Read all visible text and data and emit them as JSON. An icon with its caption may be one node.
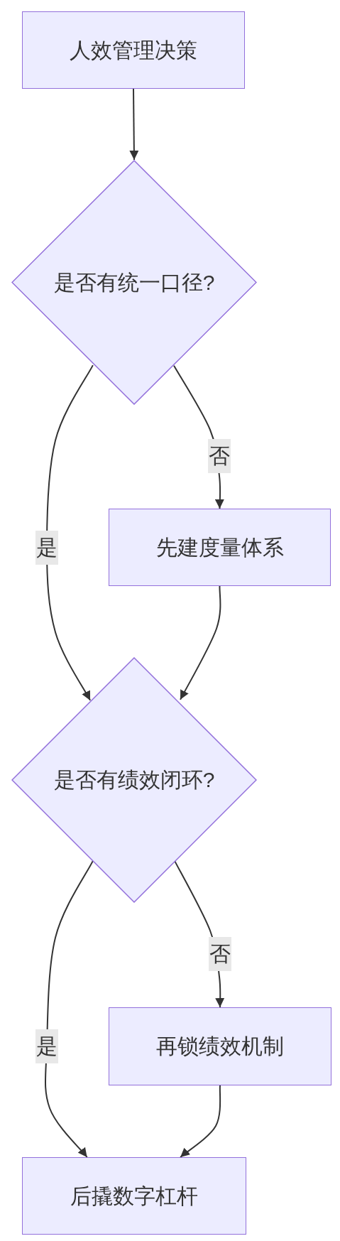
{
  "diagram": {
    "nodes": [
      {
        "text": [
          "人效管理决策"
        ]
      },
      {
        "text": [
          "是否有统一口径?"
        ]
      },
      {
        "text": [
          "先建度量体系"
        ]
      },
      {
        "text": [
          "是否有绩效闭环?"
        ]
      },
      {
        "text": [
          "再锁绩效机制"
        ]
      },
      {
        "text": [
          "后撬数字杠杆"
        ]
      }
    ],
    "edges": [
      {
        "from": 0,
        "to": 1,
        "arrow": "to"
      },
      {
        "from": 1,
        "to": 2,
        "label": "否",
        "arrow": "to"
      },
      {
        "from": 1,
        "to": 3,
        "label": "是",
        "arrow": "to"
      },
      {
        "from": 2,
        "to": 3,
        "arrow": "to"
      },
      {
        "from": 3,
        "to": 4,
        "label": "否",
        "arrow": "to"
      },
      {
        "from": 3,
        "to": 5,
        "label": "是",
        "arrow": "to"
      },
      {
        "from": 4,
        "to": 5,
        "arrow": "to"
      }
    ]
  }
}
